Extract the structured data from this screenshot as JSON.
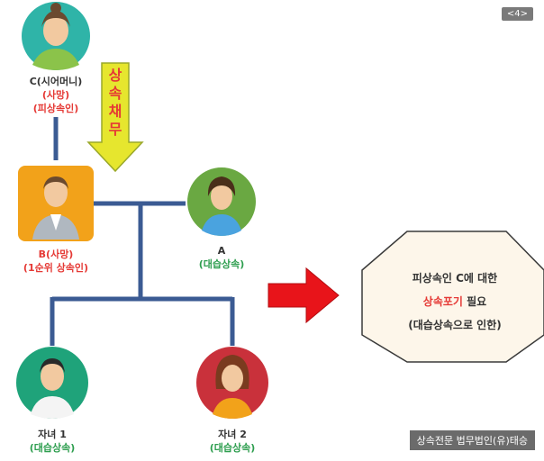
{
  "page_badge": "<4>",
  "mother_in_law": {
    "name": "C(시어머니)",
    "status": "(사망)",
    "role": "(피상속인)"
  },
  "debt_arrow": {
    "chars": [
      "상",
      "속",
      "채",
      "무"
    ]
  },
  "person_b": {
    "name": "B(사망)",
    "role": "(1순위 상속인)"
  },
  "person_a": {
    "name": "A",
    "role": "(대습상속)"
  },
  "child1": {
    "name": "자녀 1",
    "role": "(대습상속)"
  },
  "child2": {
    "name": "자녀 2",
    "role": "(대습상속)"
  },
  "note": {
    "line1": "피상속인 C에 대한",
    "line2_highlight": "상속포기",
    "line2_rest": " 필요",
    "line3": "(대습상속으로 인한)"
  },
  "firm_label": "상속전문 법무법인(유)태승",
  "colors": {
    "line": "#3b5b93",
    "arrow_red": "#e8141a",
    "arrow_yellow": "#e6e62e",
    "label_red": "#e53935",
    "label_green": "#2e9e4f"
  }
}
